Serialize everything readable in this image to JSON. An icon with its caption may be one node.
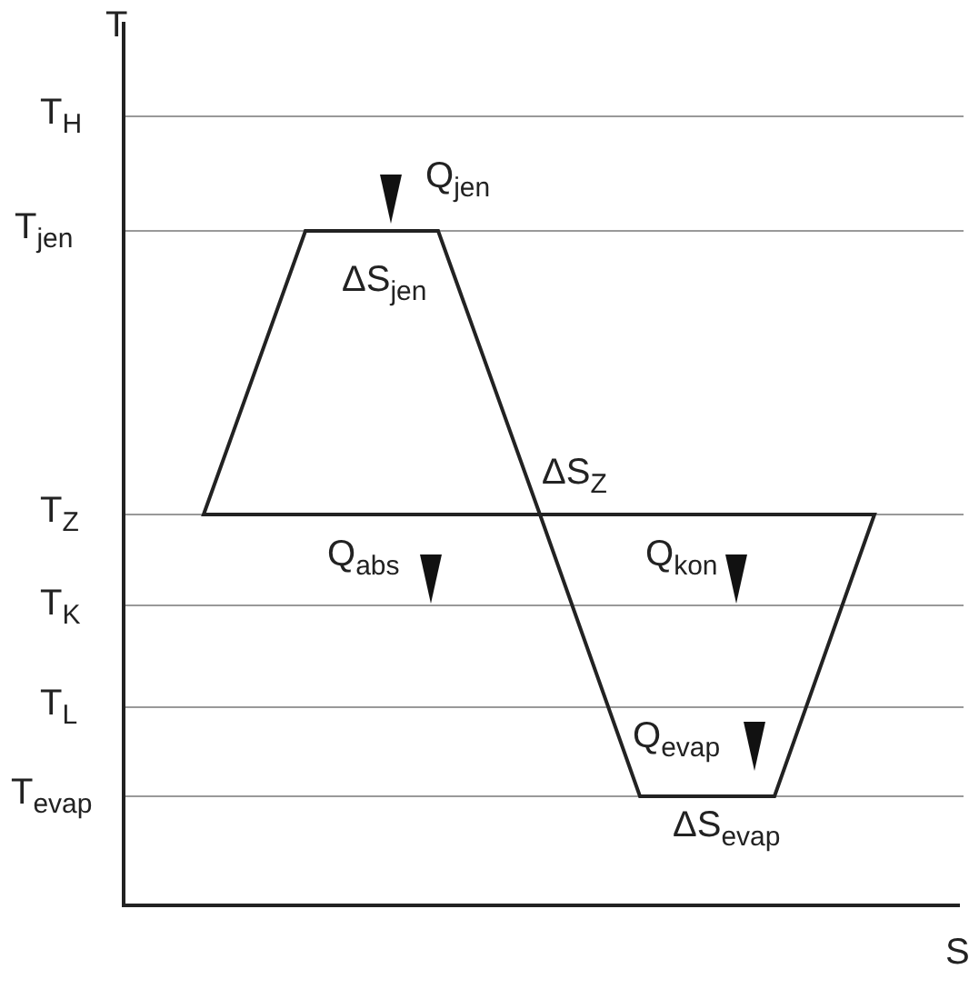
{
  "diagram": {
    "labels": [
      "T",
      "T$_{H}$",
      "T$_{jen}$",
      "Q$_{jen}$",
      "ΔS$_{jen}$",
      "ΔS$_{Z}$",
      "T$_{Z}$",
      "Q$_{abs}$",
      "Q$_{kon}$",
      "T$_{K}$",
      "T$_{L}$",
      "Q$_{evap}$",
      "T$_{evap}$",
      "ΔS$_{evap}$",
      "S"
    ]
  }
}
